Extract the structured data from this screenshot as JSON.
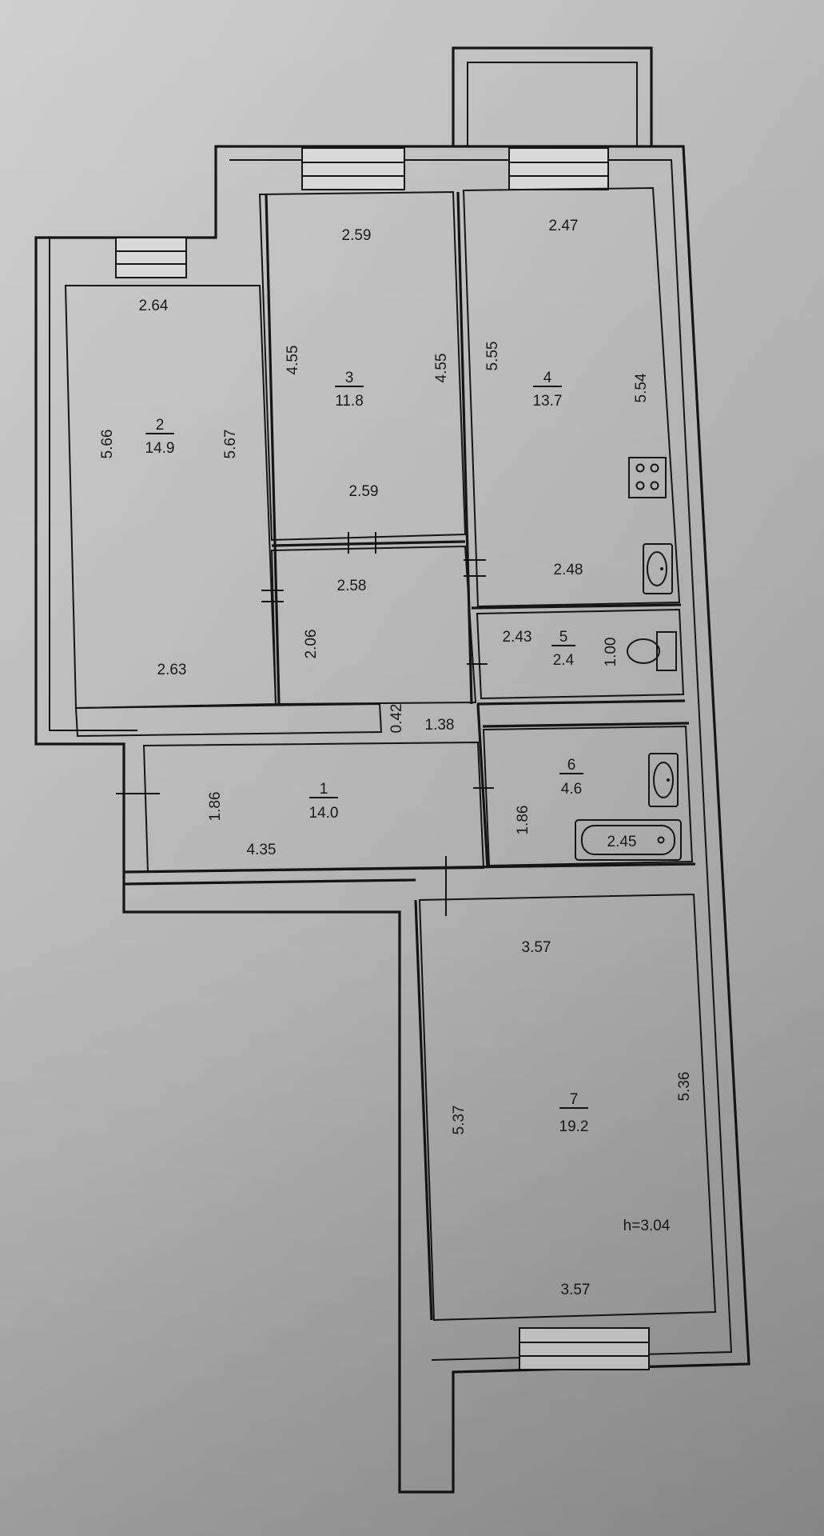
{
  "rooms": [
    {
      "id": "1",
      "number": "1",
      "area": "14.0"
    },
    {
      "id": "2",
      "number": "2",
      "area": "14.9"
    },
    {
      "id": "3",
      "number": "3",
      "area": "11.8"
    },
    {
      "id": "4",
      "number": "4",
      "area": "13.7"
    },
    {
      "id": "5",
      "number": "5",
      "area": "2.4"
    },
    {
      "id": "6",
      "number": "6",
      "area": "4.6"
    },
    {
      "id": "7",
      "number": "7",
      "area": "19.2"
    }
  ],
  "dimensions": {
    "r2_top": "2.64",
    "r2_left": "5.66",
    "r2_right": "5.67",
    "r2_bottom": "2.63",
    "r3_top": "2.59",
    "r3_left": "4.55",
    "r3_right": "4.55",
    "r3_bottom": "2.59",
    "r4_top": "2.47",
    "r4_left": "5.55",
    "r4_right": "5.54",
    "r4_bottom": "2.48",
    "hall_top": "2.58",
    "hall_side": "2.06",
    "hall_step": "0.42",
    "hall_width": "1.38",
    "r1_side": "1.86",
    "r1_bottom": "4.35",
    "r5_width": "2.43",
    "r5_depth": "1.00",
    "r6_side": "1.86",
    "bath_length": "2.45",
    "r7_top": "3.57",
    "r7_left": "5.37",
    "r7_right": "5.36",
    "r7_bottom": "3.57"
  },
  "ceiling_height": "h=3.04"
}
